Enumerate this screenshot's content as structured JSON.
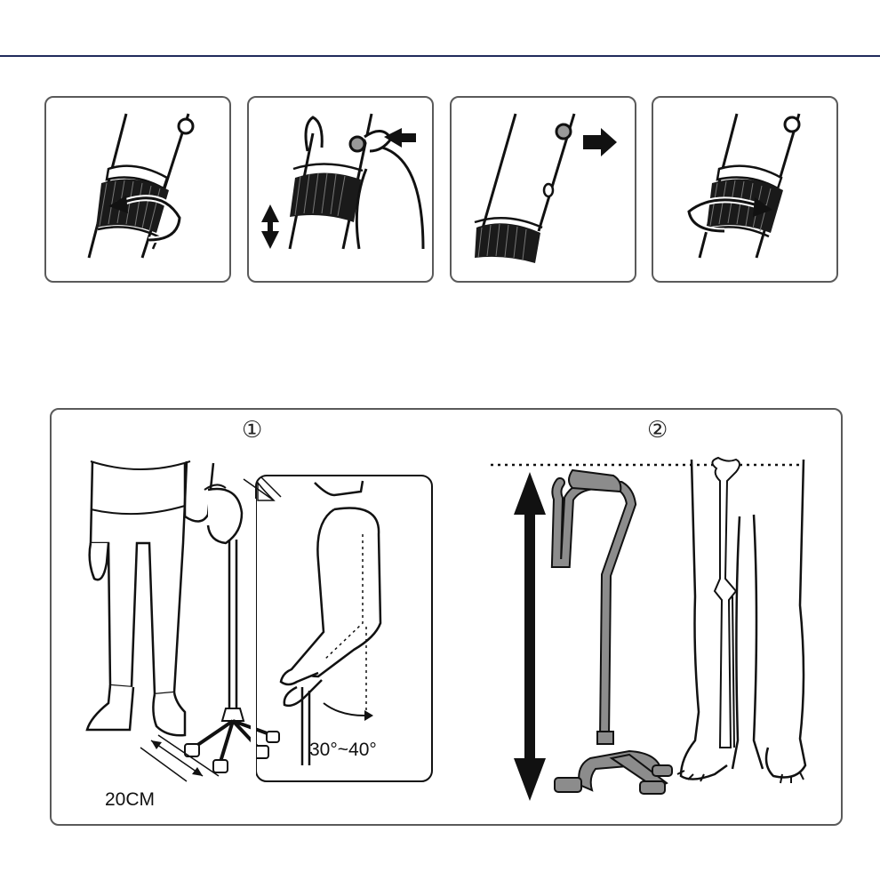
{
  "colors": {
    "rule": "#1f2a5c",
    "ink": "#111111",
    "panel_border": "#5a5a5a",
    "cane_gray": "#8c8c8c"
  },
  "adjustment_steps": [
    {
      "icon": "twist-collar-loosen-icon"
    },
    {
      "icon": "press-button-slide-icon"
    },
    {
      "icon": "button-engage-icon"
    },
    {
      "icon": "twist-collar-tighten-icon"
    }
  ],
  "usage": {
    "sections": [
      {
        "marker": "①",
        "icon": "stance-angle-icon"
      },
      {
        "marker": "②",
        "icon": "height-measure-icon"
      }
    ],
    "distance_label": "20CM",
    "angle_label": "30°~40°"
  }
}
